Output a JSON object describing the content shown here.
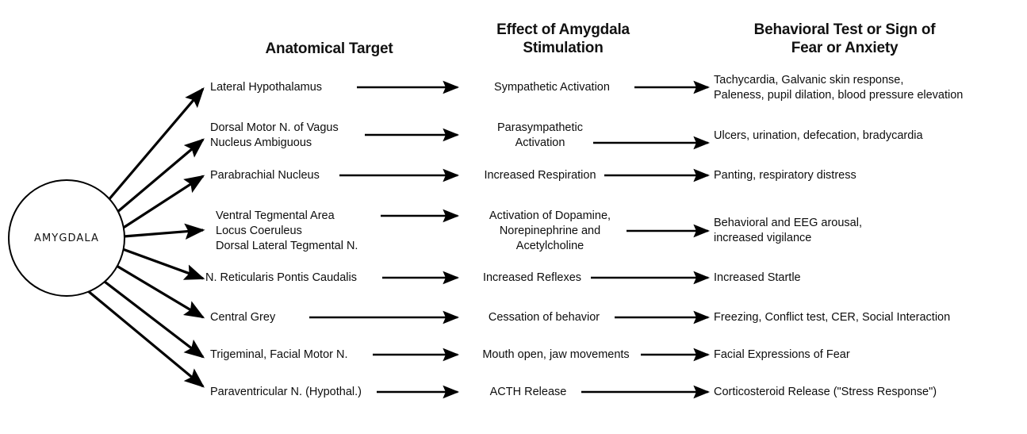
{
  "headers": {
    "anatomical": "Anatomical Target",
    "effect": "Effect of Amygdala\nStimulation",
    "behavioral": "Behavioral Test or Sign of\nFear or Anxiety"
  },
  "source_node": {
    "label": "AMYGDALA",
    "shape": "circle"
  },
  "chart_data": {
    "type": "diagram",
    "title": "Amygdala efferent projections and behavioral signs of fear or anxiety",
    "columns": [
      "Anatomical Target",
      "Effect of Amygdala Stimulation",
      "Behavioral Test or Sign of Fear or Anxiety"
    ],
    "source": "AMYGDALA",
    "rows": [
      {
        "target": "Lateral Hypothalamus",
        "effect": "Sympathetic Activation",
        "sign": "Tachycardia, Galvanic skin response,\nPaleness, pupil dilation, blood pressure elevation"
      },
      {
        "target": "Dorsal Motor N. of Vagus\nNucleus Ambiguous",
        "effect": "Parasympathetic\nActivation",
        "sign": "Ulcers, urination, defecation, bradycardia"
      },
      {
        "target": "Parabrachial Nucleus",
        "effect": "Increased Respiration",
        "sign": "Panting, respiratory distress"
      },
      {
        "target": "Ventral Tegmental Area\nLocus Coeruleus\nDorsal Lateral Tegmental N.",
        "effect": "Activation of Dopamine,\nNorepinephrine and\nAcetylcholine",
        "sign": "Behavioral and EEG arousal,\nincreased vigilance"
      },
      {
        "target": "N. Reticularis Pontis Caudalis",
        "effect": "Increased Reflexes",
        "sign": "Increased Startle"
      },
      {
        "target": "Central Grey",
        "effect": "Cessation of behavior",
        "sign": "Freezing, Conflict test, CER, Social Interaction"
      },
      {
        "target": "Trigeminal, Facial Motor N.",
        "effect": "Mouth open, jaw movements",
        "sign": "Facial Expressions of Fear"
      },
      {
        "target": "Paraventricular N. (Hypothal.)",
        "effect": "ACTH Release",
        "sign": "Corticosteroid Release (\"Stress Response\")"
      }
    ]
  },
  "colors": {
    "ink": "#000000",
    "background": "#ffffff"
  }
}
